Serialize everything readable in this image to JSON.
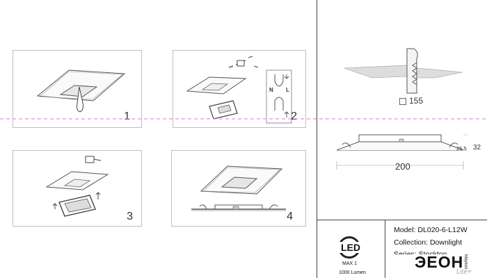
{
  "steps": [
    {
      "number": "1"
    },
    {
      "number": "2"
    },
    {
      "number": "3"
    },
    {
      "number": "4"
    }
  ],
  "wiring": {
    "n_label": "N",
    "l_label": "L"
  },
  "cutout": {
    "label": "155"
  },
  "dimensions": {
    "height_inner": "26.5",
    "height_total": "32",
    "width": "200"
  },
  "spec": {
    "model": "Model: DL020-6-L12W",
    "collection": "Collection: Downlight",
    "series": "Series: Stockton"
  },
  "badge": {
    "logo": "LED",
    "max": "MAX 1",
    "lumen": "1000 Lumen"
  },
  "brand": {
    "name": "ЭЕОН",
    "vertical": "Maytoni",
    "tagline": "Lite+"
  },
  "colors": {
    "guide_line": "#e36fe3",
    "frame": "#bfbfbf",
    "line_art": "#666666"
  }
}
